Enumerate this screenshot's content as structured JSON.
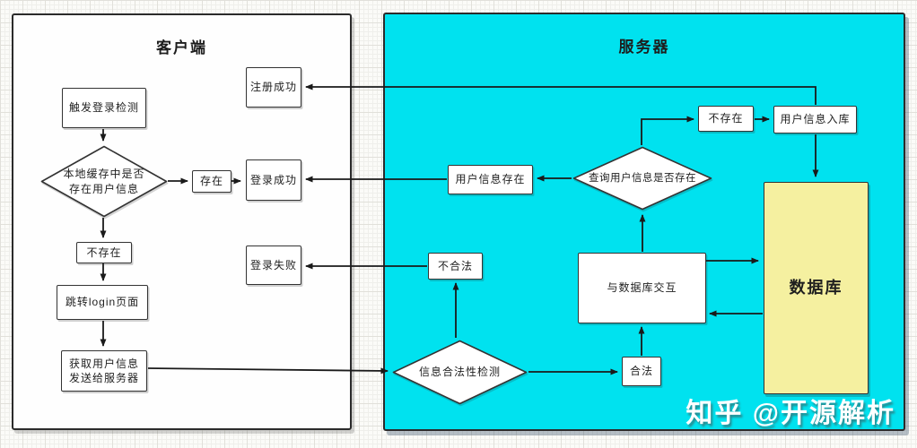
{
  "watermark": "知乎 @开源解析",
  "client": {
    "title": "客户端",
    "nodes": {
      "trigger": {
        "label": "触发登录检测"
      },
      "cache_check": {
        "line1": "本地缓存中是否",
        "line2": "存在用户信息"
      },
      "exists": {
        "label": "存在"
      },
      "login_success": {
        "label": "登录成功"
      },
      "register_success": {
        "label": "注册成功"
      },
      "not_exists": {
        "label": "不存在"
      },
      "goto_login": {
        "label": "跳转login页面"
      },
      "get_user_info": {
        "line1": "获取用户信息",
        "line2": "发送给服务器"
      },
      "login_fail": {
        "label": "登录失败"
      }
    }
  },
  "server": {
    "title": "服务器",
    "nodes": {
      "user_info_exists": {
        "label": "用户信息存在"
      },
      "query_check": {
        "label": "查询用户信息是否存在"
      },
      "not_exists": {
        "label": "不存在"
      },
      "store_user_info": {
        "label": "用户信息入库"
      },
      "database": {
        "label": "数据库"
      },
      "db_interact": {
        "label": "与数据库交互"
      },
      "invalid": {
        "label": "不合法"
      },
      "validity_check": {
        "label": "信息合法性检测"
      },
      "valid": {
        "label": "合法"
      }
    }
  },
  "edges": [
    "trigger -> cache_check",
    "cache_check -> exists",
    "exists -> login_success",
    "cache_check -> not_exists(client)",
    "not_exists(client) -> goto_login",
    "goto_login -> get_user_info",
    "get_user_info -> validity_check",
    "validity_check -> invalid",
    "invalid -> login_fail",
    "validity_check -> valid",
    "valid -> db_interact",
    "db_interact -> query_check",
    "db_interact -> database",
    "database -> db_interact",
    "query_check -> user_info_exists",
    "user_info_exists -> login_success",
    "query_check -> not_exists(server)",
    "not_exists(server) -> store_user_info",
    "store_user_info -> register_success",
    "store_user_info -> database"
  ],
  "colors": {
    "client_panel_bg": "#FEFEFE",
    "server_panel_bg": "#00E2EF",
    "database_fill": "#F5F0A0",
    "node_fill": "#FFFFFF",
    "line_color": "#1A1A1A",
    "watermark_color": "#FFFFFF"
  }
}
